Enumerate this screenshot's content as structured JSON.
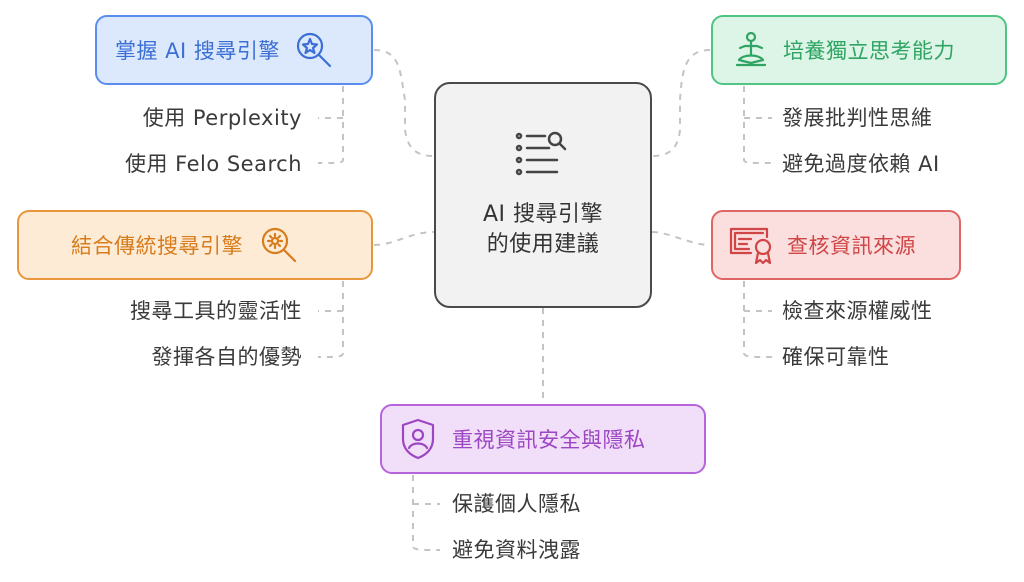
{
  "center": {
    "line1": "AI 搜尋引擎",
    "line2": "的使用建議",
    "icon": "document-search-icon"
  },
  "branches": [
    {
      "label": "掌握 AI 搜尋引擎",
      "color": "#5b8def",
      "icon": "search-star-icon",
      "items": [
        "使用 Perplexity",
        "使用 Felo Search"
      ]
    },
    {
      "label": "結合傳統搜尋引擎",
      "color": "#e8973c",
      "icon": "search-gear-icon",
      "items": [
        "搜尋工具的靈活性",
        "發揮各自的優勢"
      ]
    },
    {
      "label": "培養獨立思考能力",
      "color": "#4fc483",
      "icon": "meditation-icon",
      "items": [
        "發展批判性思維",
        "避免過度依賴 AI"
      ]
    },
    {
      "label": "查核資訊來源",
      "color": "#e06565",
      "icon": "certificate-icon",
      "items": [
        "檢查來源權威性",
        "確保可靠性"
      ]
    },
    {
      "label": "重視資訊安全與隱私",
      "color": "#b664d9",
      "icon": "shield-user-icon",
      "items": [
        "保護個人隱私",
        "避免資料洩露"
      ]
    }
  ]
}
